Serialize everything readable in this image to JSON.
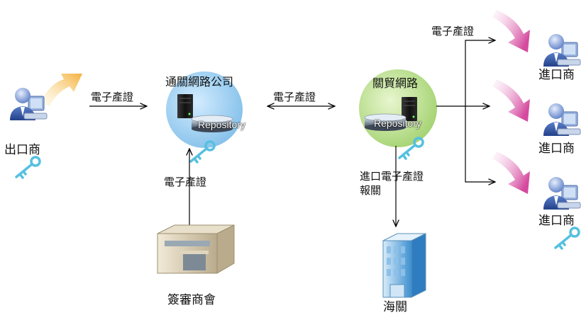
{
  "actors": {
    "exporter": "出口商",
    "network_company": "通關網路公司",
    "trade_network": "關貿網路",
    "chamber": "簽審商會",
    "customs": "海關",
    "importers": [
      "進口商",
      "進口商",
      "進口商"
    ]
  },
  "repository_label": "Repository",
  "flows": {
    "exporter_to_company": "電子產證",
    "company_trade": "電子產證",
    "chamber_to_company": "電子產證",
    "to_importers": "電子產證",
    "declaration": [
      "進口電子產證",
      "報關"
    ]
  },
  "colors": {
    "repo_circle": "#9fd0f2",
    "repo_circle_right": "#b8e08a",
    "orange_arrow": "#f4b13c",
    "pink_arrow": "#d54a9e",
    "key": "#56c0e0",
    "line": "#000000"
  },
  "icons": [
    "person-computer-icon",
    "server-icon",
    "repository-disk-icon",
    "key-icon",
    "building-icon",
    "office-tower-icon",
    "curved-arrow-icon"
  ]
}
